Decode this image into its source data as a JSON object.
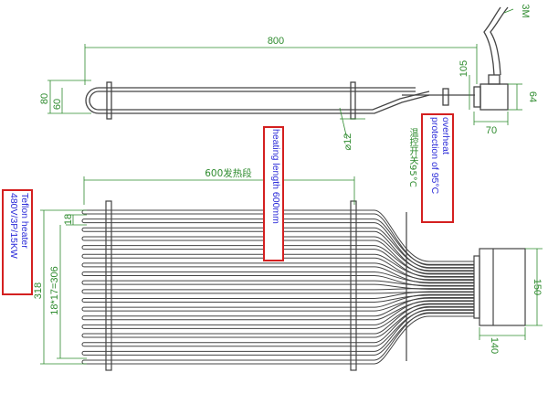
{
  "colors": {
    "line": "#444444",
    "dimension": "#2e8b2e",
    "note_text": "#2a2ad8",
    "note_border": "#d42020"
  },
  "top_view": {
    "dims": {
      "length": "800",
      "height_60": "60",
      "height_80": "80",
      "head_105": "105",
      "head_64": "64",
      "head_70": "70",
      "tube_dia": "⌀12",
      "cable": "3M"
    }
  },
  "front_view": {
    "dims": {
      "heating_label": "600发热段",
      "pitch_18": "18",
      "pitch_sum": "18*17=306",
      "total_318": "318",
      "flange_150": "150",
      "flange_140": "140"
    }
  },
  "notes": {
    "overheat": [
      "overheat",
      "protection of 95°C"
    ],
    "overheat_cn": "温控开关95°C",
    "heating_length": "heating length 600mm",
    "spec": [
      "Teflon heater",
      "480V/3P/15KW"
    ]
  }
}
